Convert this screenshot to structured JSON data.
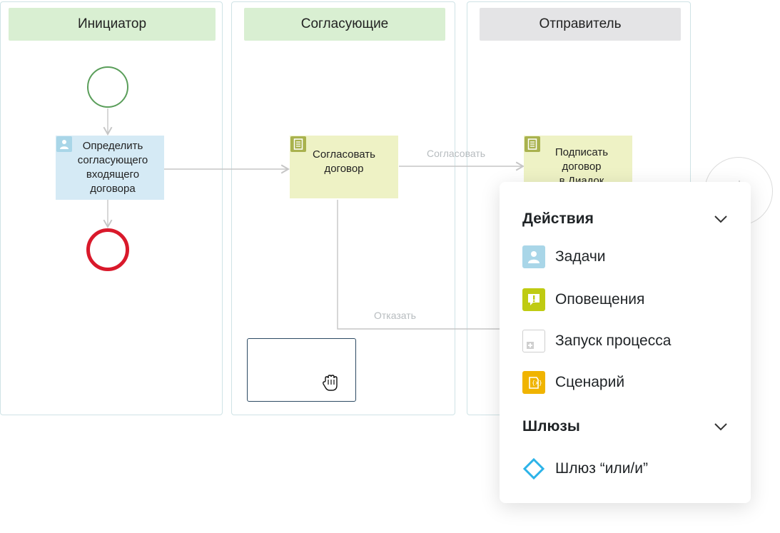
{
  "lanes": [
    {
      "title": "Инициатор",
      "header_color": "#d9efd2"
    },
    {
      "title": "Согласующие",
      "header_color": "#d9efd2"
    },
    {
      "title": "Отправитель",
      "header_color": "#e4e4e6"
    }
  ],
  "tasks": {
    "define": "Определить\nсогласующего\nвходящего\nдоговора",
    "approve": "Согласовать\nдоговор",
    "sign": "Подписать\nдоговор\nв Диадок"
  },
  "edges": {
    "approved": "Согласовать",
    "rejected": "Отказать"
  },
  "menu": {
    "actions_title": "Действия",
    "actions": [
      {
        "label": "Задачи",
        "icon": "user-icon",
        "color": "#a9d6e8"
      },
      {
        "label": "Оповещения",
        "icon": "notification-icon",
        "color": "#bfcb12"
      },
      {
        "label": "Запуск процесса",
        "icon": "process-start-icon",
        "color": "#ffffff"
      },
      {
        "label": "Сценарий",
        "icon": "script-icon",
        "color": "#f0b400"
      }
    ],
    "gateways_title": "Шлюзы",
    "gateways": [
      {
        "label": "Шлюз “или/и”",
        "icon": "diamond-gateway-icon",
        "color": "#2cb3e8"
      }
    ]
  },
  "colors": {
    "start_event": "#5a9e5a",
    "end_event": "#d9192b",
    "connector": "#c6c6c6",
    "selection": "#2c4a63"
  }
}
